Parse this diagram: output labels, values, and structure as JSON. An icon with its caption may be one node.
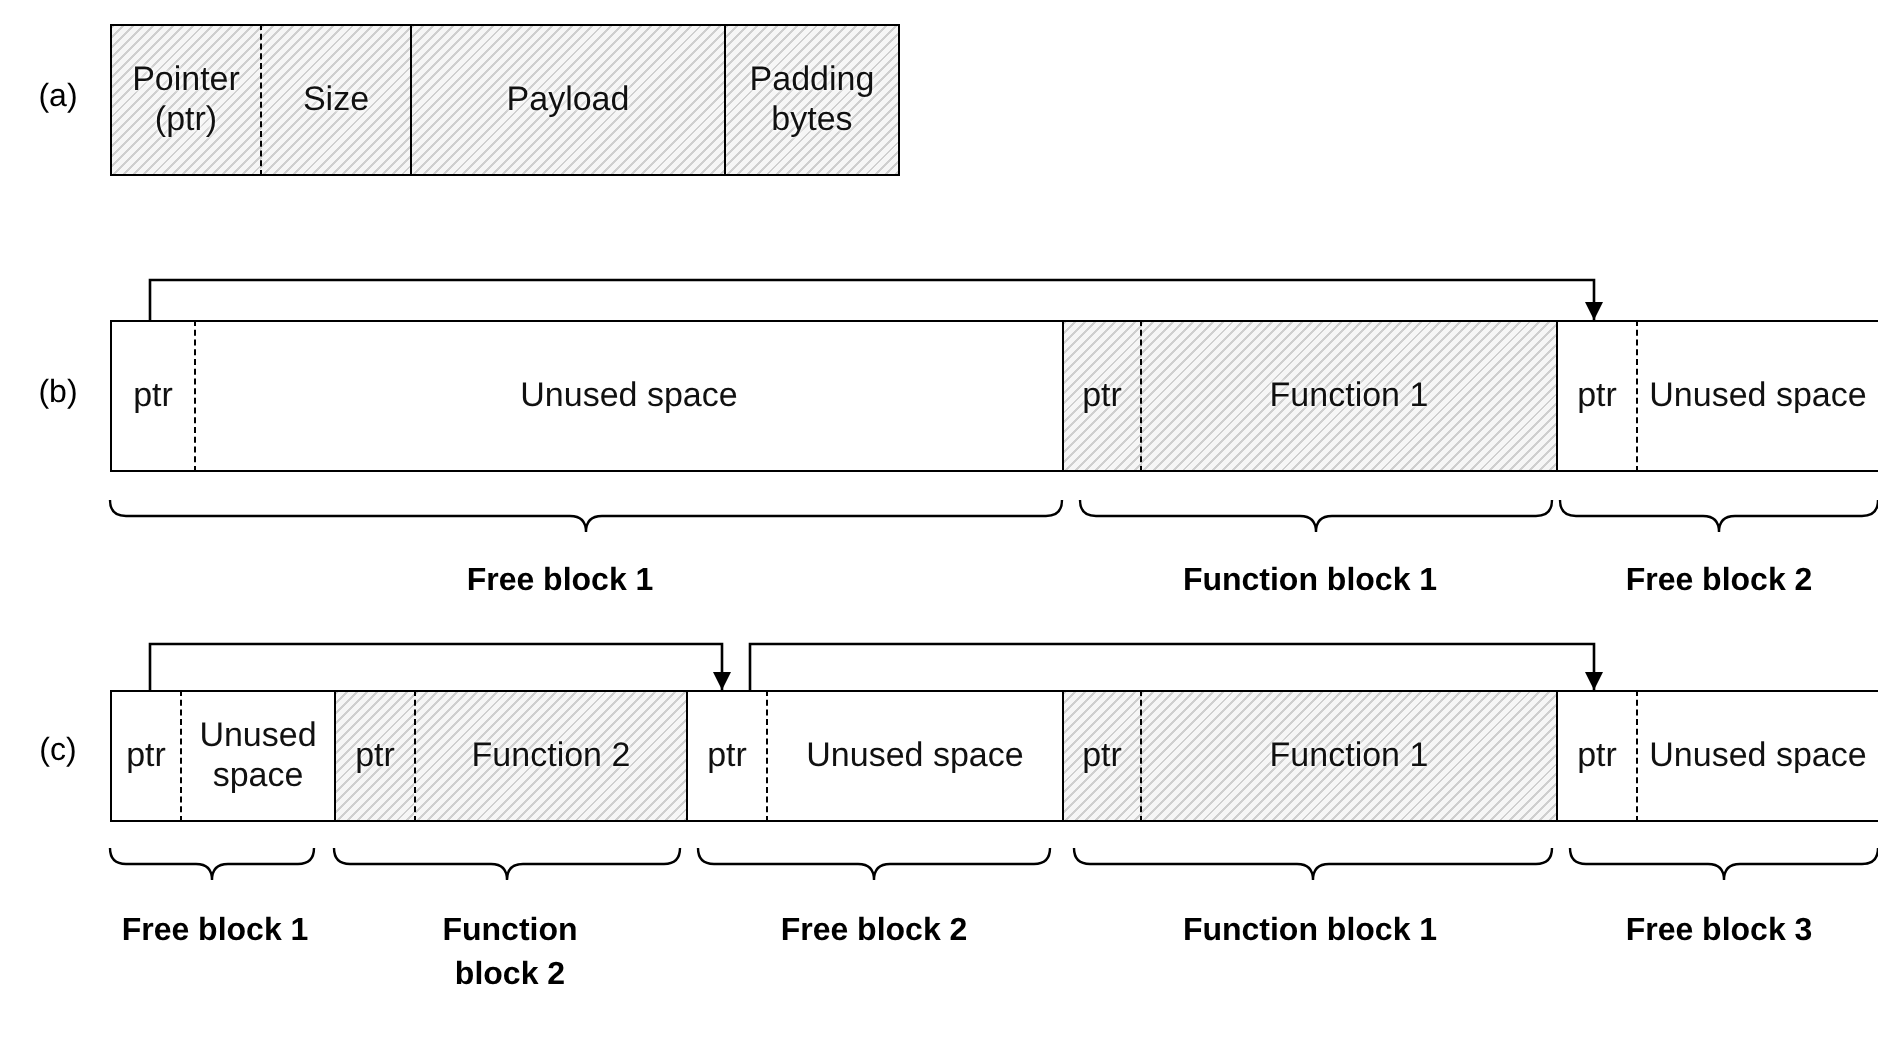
{
  "diagram": {
    "nodes": [
      {
        "text": [
          "Pointer (ptr)"
        ]
      },
      {
        "text": [
          "Size"
        ]
      },
      {
        "text": [
          "Payload"
        ]
      },
      {
        "text": [
          "Padding bytes"
        ]
      },
      {
        "text": [
          "ptr"
        ]
      },
      {
        "text": [
          "Unused space"
        ]
      },
      {
        "text": [
          "ptr"
        ]
      },
      {
        "text": [
          "Function 1"
        ]
      },
      {
        "text": [
          "ptr"
        ]
      },
      {
        "text": [
          "Unused space"
        ]
      },
      {
        "text": [
          "ptr"
        ]
      },
      {
        "text": [
          "Unused space"
        ]
      },
      {
        "text": [
          "ptr"
        ]
      },
      {
        "text": [
          "Function 2"
        ]
      },
      {
        "text": [
          "ptr"
        ]
      },
      {
        "text": [
          "Unused space"
        ]
      },
      {
        "text": [
          "ptr"
        ]
      },
      {
        "text": [
          "Function 1"
        ]
      },
      {
        "text": [
          "ptr"
        ]
      },
      {
        "text": [
          "Unused space"
        ]
      }
    ],
    "edges": [
      {
        "from": 4,
        "to": 8,
        "arrow": "to"
      },
      {
        "from": 10,
        "to": 14,
        "arrow": "to"
      },
      {
        "from": 14,
        "to": 18,
        "arrow": "to"
      }
    ],
    "labels": [
      "(a)",
      "(b)",
      "Free block 1",
      "Function block 1",
      "Free block 2",
      "(c)",
      "Free block 1",
      "Function block 2",
      "Free block 2",
      "Function block 1",
      "Free block 3"
    ]
  }
}
